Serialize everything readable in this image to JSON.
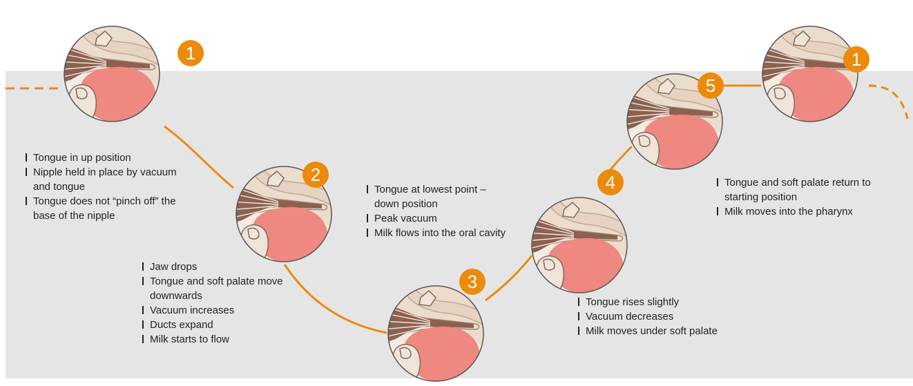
{
  "colors": {
    "background_band": "#e5e5e5",
    "path": "#ec8a0c",
    "badge": "#ec8a0c",
    "tongue": "#ef8880",
    "tissue": "#ecdccc",
    "ducts": "#8b6150"
  },
  "stages": [
    {
      "badge": "1"
    },
    {
      "badge": "2"
    },
    {
      "badge": "3"
    },
    {
      "badge": "4"
    },
    {
      "badge": "5"
    },
    {
      "badge": "1"
    }
  ],
  "notes": [
    {
      "items": [
        "Tongue in up position",
        "Nipple held in place by vacuum and tongue",
        "Tongue does not “pinch off” the base of the nipple"
      ]
    },
    {
      "items": [
        "Jaw drops",
        "Tongue and soft palate move downwards",
        "Vacuum increases",
        "Ducts expand",
        "Milk starts to flow"
      ]
    },
    {
      "items": [
        "Tongue at lowest point – down position",
        "Peak vacuum",
        "Milk flows into the oral cavity"
      ]
    },
    {
      "items": [
        "Tongue rises slightly",
        "Vacuum decreases",
        "Milk moves under soft palate"
      ]
    },
    {
      "items": [
        "Tongue and soft palate return to starting position",
        "Milk moves into the pharynx"
      ]
    }
  ]
}
